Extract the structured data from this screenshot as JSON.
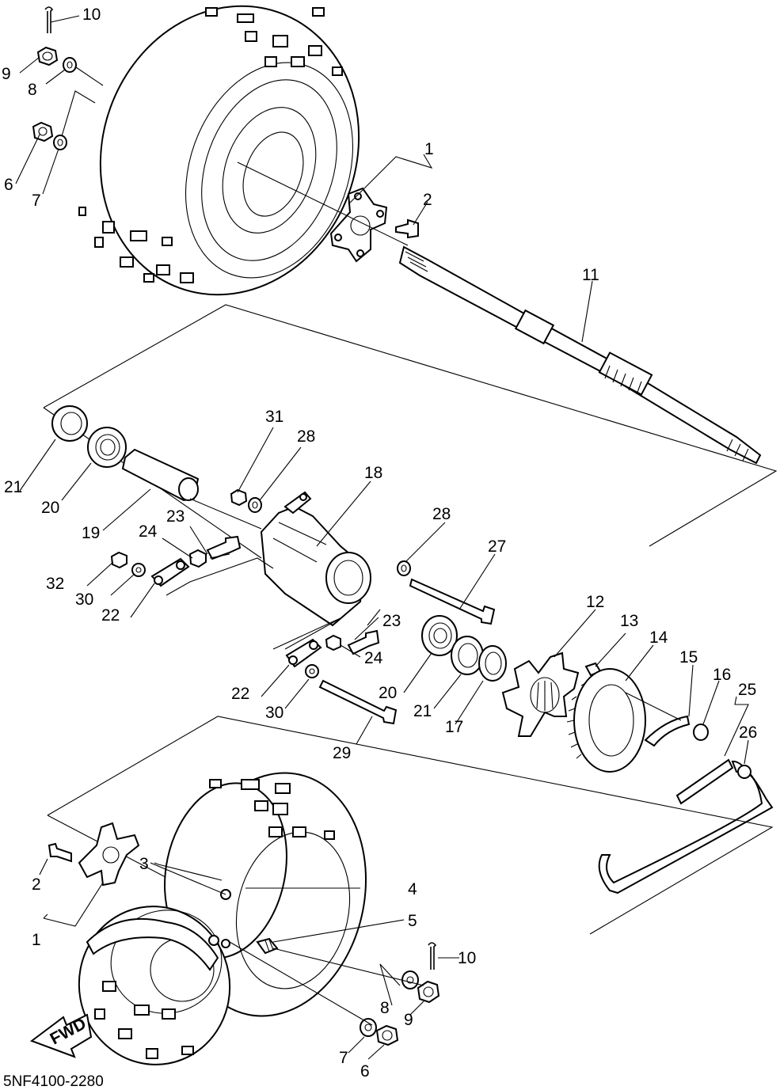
{
  "diagram": {
    "code": "5NF4100-2280",
    "fwd_label": "FWD",
    "callouts": [
      "10",
      "9",
      "8",
      "6",
      "7",
      "1",
      "2",
      "11",
      "21",
      "20",
      "19",
      "31",
      "28",
      "18",
      "23",
      "24",
      "32",
      "30",
      "22",
      "28",
      "27",
      "12",
      "13",
      "14",
      "15",
      "16",
      "25",
      "26",
      "23",
      "24",
      "20",
      "21",
      "17",
      "22",
      "30",
      "29",
      "3",
      "4",
      "5",
      "2",
      "1",
      "10",
      "8",
      "9",
      "7",
      "6"
    ]
  }
}
